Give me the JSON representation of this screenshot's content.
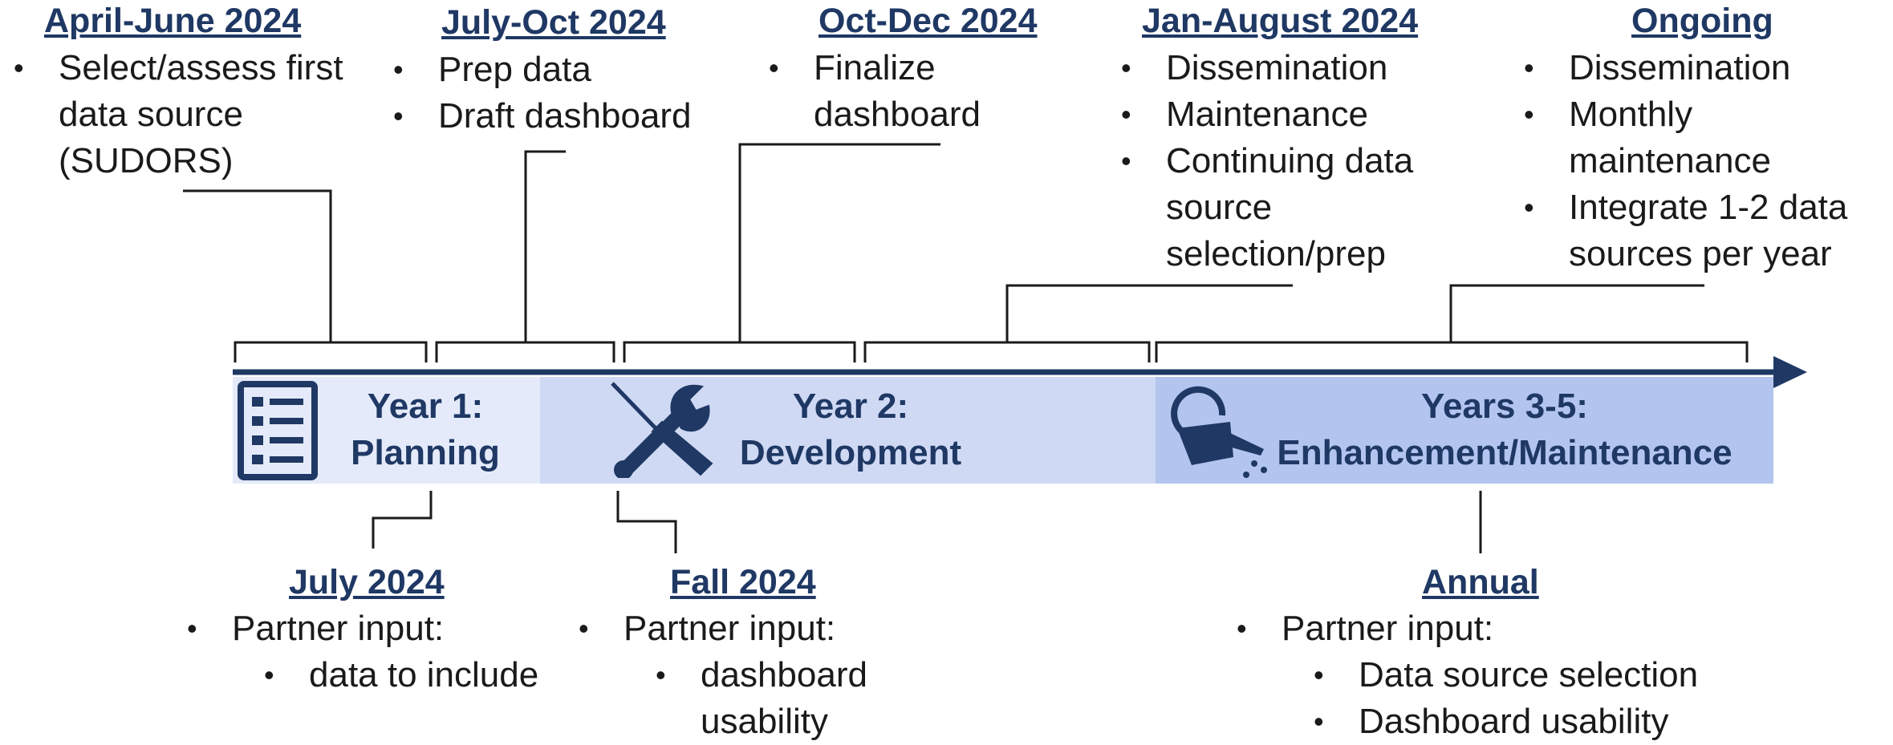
{
  "top_milestones": [
    {
      "title": "April-June 2024",
      "items": [
        "Select/assess first data source (SUDORS)"
      ]
    },
    {
      "title": "July-Oct 2024",
      "items": [
        "Prep data",
        "Draft dashboard"
      ]
    },
    {
      "title": "Oct-Dec 2024",
      "items": [
        "Finalize dashboard"
      ]
    },
    {
      "title": "Jan-August 2024",
      "items": [
        "Dissemination",
        "Maintenance",
        "Continuing data source selection/prep"
      ]
    },
    {
      "title": "Ongoing",
      "items": [
        "Dissemination",
        "Monthly maintenance",
        "Integrate 1-2 data sources per year"
      ]
    }
  ],
  "phases": [
    {
      "line1": "Year 1:",
      "line2": "Planning",
      "icon": "checklist-icon",
      "color": "#e4eaf9"
    },
    {
      "line1": "Year 2:",
      "line2": "Development",
      "icon": "tools-icon",
      "color": "#cfd9f4"
    },
    {
      "line1": "Years 3-5:",
      "line2": "Enhancement/Maintenance",
      "icon": "watering-can-icon",
      "color": "#b3c5ee"
    }
  ],
  "bottom_milestones": [
    {
      "title": "July 2024",
      "item": "Partner input:",
      "subitems": [
        "data to include"
      ]
    },
    {
      "title": "Fall 2024",
      "item": "Partner input:",
      "subitems": [
        "dashboard usability"
      ]
    },
    {
      "title": "Annual",
      "item": "Partner input:",
      "subitems": [
        "Data source selection",
        "Dashboard usability"
      ]
    }
  ],
  "colors": {
    "accent": "#1f3864",
    "line": "#1a1a1a"
  }
}
